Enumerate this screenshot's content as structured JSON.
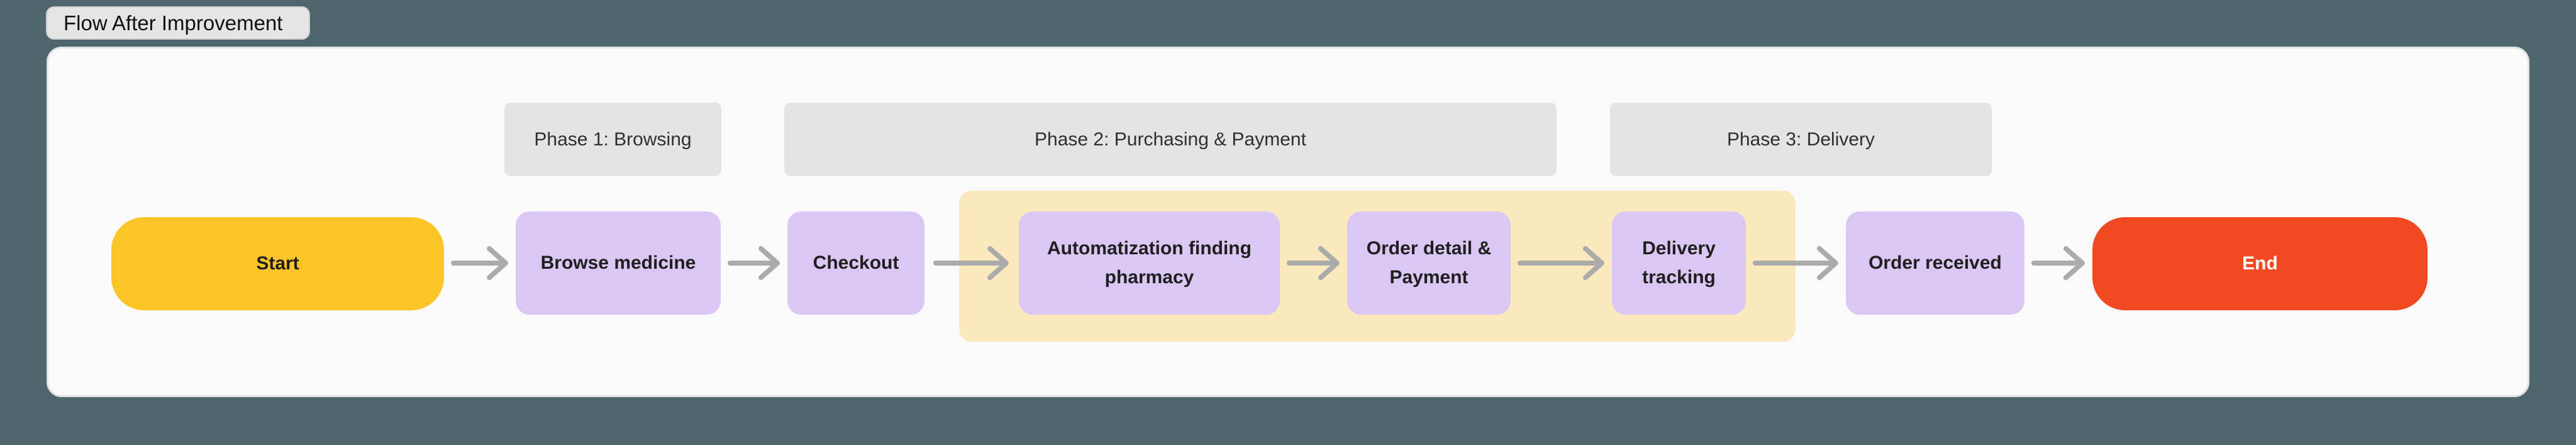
{
  "section": {
    "title": "Flow After Improvement"
  },
  "phases": [
    {
      "label": "Phase 1: Browsing"
    },
    {
      "label": "Phase 2: Purchasing & Payment"
    },
    {
      "label": "Phase 3: Delivery"
    }
  ],
  "nodes": [
    {
      "id": "start",
      "label": "Start",
      "type": "terminal-start"
    },
    {
      "id": "browse-medicine",
      "label": "Browse medicine",
      "type": "step"
    },
    {
      "id": "checkout",
      "label": "Checkout",
      "type": "step"
    },
    {
      "id": "automatization-finding-pharmacy",
      "label": "Automatization finding pharmacy",
      "type": "step",
      "highlighted": true
    },
    {
      "id": "order-detail-payment",
      "label": "Order detail & Payment",
      "type": "step",
      "highlighted": true
    },
    {
      "id": "delivery-tracking",
      "label": "Delivery tracking",
      "type": "step",
      "highlighted": true
    },
    {
      "id": "order-received",
      "label": "Order received",
      "type": "step"
    },
    {
      "id": "end",
      "label": "End",
      "type": "terminal-end"
    }
  ],
  "flow_order": [
    "Start",
    "Browse medicine",
    "Checkout",
    "Automatization finding pharmacy",
    "Order detail & Payment",
    "Delivery tracking",
    "Order received",
    "End"
  ],
  "colors": {
    "canvas_bg": "#4D666D",
    "section_bg": "#FAFAFA",
    "section_border": "#E1E1E1",
    "label_bg": "#E5E5E5",
    "label_border": "#CFCFCF",
    "phase_bg": "#E4E4E4",
    "phase_text": "#2F2F2F",
    "node_purple": "#DAC7F3",
    "node_text": "#1F1F1F",
    "start_yellow": "#FCC527",
    "end_red": "#F14A22",
    "end_text": "#FFFFFF",
    "highlight_band": "#FBE8BC",
    "arrow": "#ABABAB",
    "title_text": "#111111"
  }
}
